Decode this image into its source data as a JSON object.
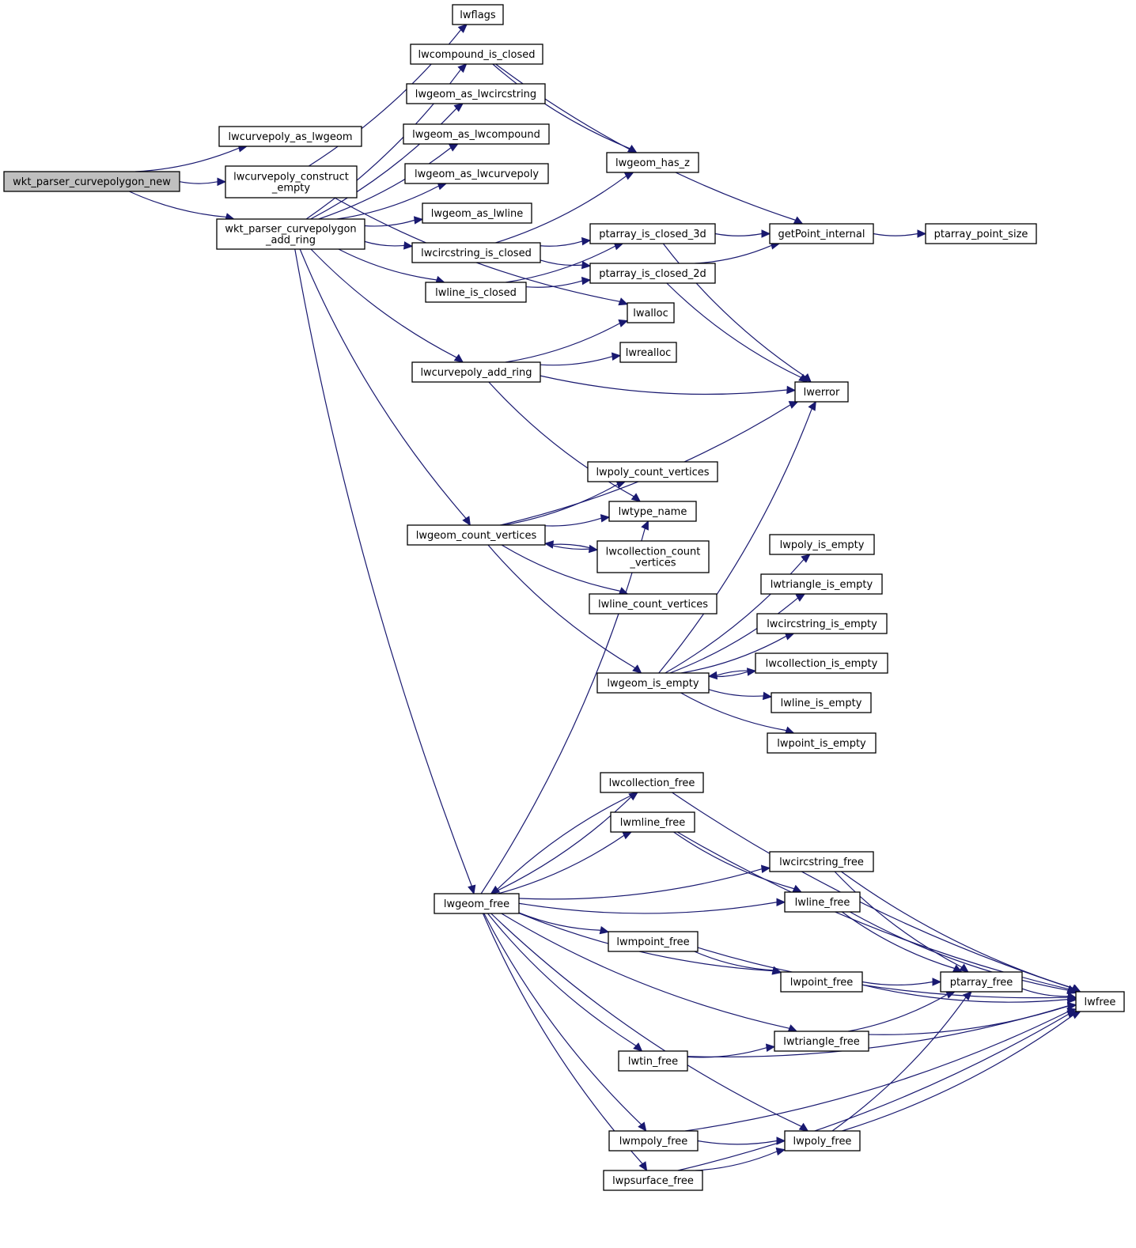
{
  "title": "Call graph of wkt_parser_curvepolygon_new",
  "colors": {
    "edge": "#191970",
    "root_fill": "#bfbfbf",
    "node_fill": "#ffffff",
    "border": "#000000"
  },
  "nodes": [
    {
      "id": "root",
      "lines": [
        "wkt_parser_curvepolygon_new"
      ],
      "root": true
    },
    {
      "id": "as_lwgeom",
      "lines": [
        "lwcurvepoly_as_lwgeom"
      ]
    },
    {
      "id": "construct_empty",
      "lines": [
        "lwcurvepoly_construct",
        "_empty"
      ]
    },
    {
      "id": "add_ring",
      "lines": [
        "wkt_parser_curvepolygon",
        "_add_ring"
      ]
    },
    {
      "id": "lwflags",
      "lines": [
        "lwflags"
      ]
    },
    {
      "id": "compound_closed",
      "lines": [
        "lwcompound_is_closed"
      ]
    },
    {
      "id": "as_circstring",
      "lines": [
        "lwgeom_as_lwcircstring"
      ]
    },
    {
      "id": "as_compound",
      "lines": [
        "lwgeom_as_lwcompound"
      ]
    },
    {
      "id": "as_curvepoly",
      "lines": [
        "lwgeom_as_lwcurvepoly"
      ]
    },
    {
      "id": "as_line",
      "lines": [
        "lwgeom_as_lwline"
      ]
    },
    {
      "id": "circ_closed",
      "lines": [
        "lwcircstring_is_closed"
      ]
    },
    {
      "id": "line_closed",
      "lines": [
        "lwline_is_closed"
      ]
    },
    {
      "id": "cp_add_ring",
      "lines": [
        "lwcurvepoly_add_ring"
      ]
    },
    {
      "id": "count_vertices",
      "lines": [
        "lwgeom_count_vertices"
      ]
    },
    {
      "id": "lwgeom_free",
      "lines": [
        "lwgeom_free"
      ]
    },
    {
      "id": "has_z",
      "lines": [
        "lwgeom_has_z"
      ]
    },
    {
      "id": "pa_closed_3d",
      "lines": [
        "ptarray_is_closed_3d"
      ]
    },
    {
      "id": "pa_closed_2d",
      "lines": [
        "ptarray_is_closed_2d"
      ]
    },
    {
      "id": "lwalloc",
      "lines": [
        "lwalloc"
      ]
    },
    {
      "id": "lwrealloc",
      "lines": [
        "lwrealloc"
      ]
    },
    {
      "id": "getpoint",
      "lines": [
        "getPoint_internal"
      ]
    },
    {
      "id": "pt_size",
      "lines": [
        "ptarray_point_size"
      ]
    },
    {
      "id": "lwerror",
      "lines": [
        "lwerror"
      ]
    },
    {
      "id": "poly_count",
      "lines": [
        "lwpoly_count_vertices"
      ]
    },
    {
      "id": "type_name",
      "lines": [
        "lwtype_name"
      ]
    },
    {
      "id": "coll_count",
      "lines": [
        "lwcollection_count",
        "_vertices"
      ]
    },
    {
      "id": "line_count",
      "lines": [
        "lwline_count_vertices"
      ]
    },
    {
      "id": "is_empty",
      "lines": [
        "lwgeom_is_empty"
      ]
    },
    {
      "id": "poly_empty",
      "lines": [
        "lwpoly_is_empty"
      ]
    },
    {
      "id": "tri_empty",
      "lines": [
        "lwtriangle_is_empty"
      ]
    },
    {
      "id": "circ_empty",
      "lines": [
        "lwcircstring_is_empty"
      ]
    },
    {
      "id": "coll_empty",
      "lines": [
        "lwcollection_is_empty"
      ]
    },
    {
      "id": "line_empty",
      "lines": [
        "lwline_is_empty"
      ]
    },
    {
      "id": "point_empty",
      "lines": [
        "lwpoint_is_empty"
      ]
    },
    {
      "id": "coll_free",
      "lines": [
        "lwcollection_free"
      ]
    },
    {
      "id": "mline_free",
      "lines": [
        "lwmline_free"
      ]
    },
    {
      "id": "circ_free",
      "lines": [
        "lwcircstring_free"
      ]
    },
    {
      "id": "line_free",
      "lines": [
        "lwline_free"
      ]
    },
    {
      "id": "mpoint_free",
      "lines": [
        "lwmpoint_free"
      ]
    },
    {
      "id": "point_free",
      "lines": [
        "lwpoint_free"
      ]
    },
    {
      "id": "pa_free",
      "lines": [
        "ptarray_free"
      ]
    },
    {
      "id": "lwfree",
      "lines": [
        "lwfree"
      ]
    },
    {
      "id": "tri_free",
      "lines": [
        "lwtriangle_free"
      ]
    },
    {
      "id": "tin_free",
      "lines": [
        "lwtin_free"
      ]
    },
    {
      "id": "mpoly_free",
      "lines": [
        "lwmpoly_free"
      ]
    },
    {
      "id": "poly_free",
      "lines": [
        "lwpoly_free"
      ]
    },
    {
      "id": "psurf_free",
      "lines": [
        "lwpsurface_free"
      ]
    }
  ],
  "edges": [
    [
      "root",
      "as_lwgeom"
    ],
    [
      "root",
      "construct_empty"
    ],
    [
      "root",
      "add_ring"
    ],
    [
      "construct_empty",
      "lwflags"
    ],
    [
      "construct_empty",
      "lwalloc"
    ],
    [
      "add_ring",
      "compound_closed"
    ],
    [
      "add_ring",
      "as_circstring"
    ],
    [
      "add_ring",
      "as_compound"
    ],
    [
      "add_ring",
      "as_curvepoly"
    ],
    [
      "add_ring",
      "as_line"
    ],
    [
      "add_ring",
      "circ_closed"
    ],
    [
      "add_ring",
      "line_closed"
    ],
    [
      "add_ring",
      "cp_add_ring"
    ],
    [
      "add_ring",
      "count_vertices"
    ],
    [
      "add_ring",
      "lwgeom_free"
    ],
    [
      "compound_closed",
      "has_z"
    ],
    [
      "compound_closed",
      "getpoint"
    ],
    [
      "circ_closed",
      "has_z"
    ],
    [
      "circ_closed",
      "pa_closed_3d"
    ],
    [
      "circ_closed",
      "pa_closed_2d"
    ],
    [
      "line_closed",
      "pa_closed_3d"
    ],
    [
      "line_closed",
      "pa_closed_2d"
    ],
    [
      "pa_closed_3d",
      "getpoint"
    ],
    [
      "pa_closed_3d",
      "lwerror"
    ],
    [
      "pa_closed_2d",
      "getpoint"
    ],
    [
      "pa_closed_2d",
      "lwerror"
    ],
    [
      "getpoint",
      "pt_size"
    ],
    [
      "cp_add_ring",
      "lwalloc"
    ],
    [
      "cp_add_ring",
      "lwrealloc"
    ],
    [
      "cp_add_ring",
      "lwerror"
    ],
    [
      "cp_add_ring",
      "type_name"
    ],
    [
      "count_vertices",
      "lwerror"
    ],
    [
      "count_vertices",
      "poly_count"
    ],
    [
      "count_vertices",
      "type_name"
    ],
    [
      "count_vertices",
      "coll_count"
    ],
    [
      "count_vertices",
      "line_count"
    ],
    [
      "count_vertices",
      "is_empty"
    ],
    [
      "coll_count",
      "count_vertices"
    ],
    [
      "is_empty",
      "lwerror"
    ],
    [
      "is_empty",
      "poly_empty"
    ],
    [
      "is_empty",
      "tri_empty"
    ],
    [
      "is_empty",
      "circ_empty"
    ],
    [
      "is_empty",
      "coll_empty"
    ],
    [
      "is_empty",
      "line_empty"
    ],
    [
      "is_empty",
      "point_empty"
    ],
    [
      "coll_empty",
      "is_empty"
    ],
    [
      "lwgeom_free",
      "type_name"
    ],
    [
      "lwgeom_free",
      "coll_free"
    ],
    [
      "lwgeom_free",
      "mline_free"
    ],
    [
      "lwgeom_free",
      "circ_free"
    ],
    [
      "lwgeom_free",
      "line_free"
    ],
    [
      "lwgeom_free",
      "mpoint_free"
    ],
    [
      "lwgeom_free",
      "point_free"
    ],
    [
      "lwgeom_free",
      "tri_free"
    ],
    [
      "lwgeom_free",
      "tin_free"
    ],
    [
      "lwgeom_free",
      "poly_free"
    ],
    [
      "lwgeom_free",
      "mpoly_free"
    ],
    [
      "lwgeom_free",
      "psurf_free"
    ],
    [
      "coll_free",
      "lwgeom_free"
    ],
    [
      "coll_free",
      "lwfree"
    ],
    [
      "mline_free",
      "line_free"
    ],
    [
      "mline_free",
      "lwfree"
    ],
    [
      "circ_free",
      "pa_free"
    ],
    [
      "circ_free",
      "lwfree"
    ],
    [
      "line_free",
      "pa_free"
    ],
    [
      "line_free",
      "lwfree"
    ],
    [
      "mpoint_free",
      "point_free"
    ],
    [
      "mpoint_free",
      "lwfree"
    ],
    [
      "point_free",
      "pa_free"
    ],
    [
      "point_free",
      "lwfree"
    ],
    [
      "pa_free",
      "lwfree"
    ],
    [
      "tri_free",
      "pa_free"
    ],
    [
      "tri_free",
      "lwfree"
    ],
    [
      "tin_free",
      "tri_free"
    ],
    [
      "tin_free",
      "lwfree"
    ],
    [
      "mpoly_free",
      "poly_free"
    ],
    [
      "mpoly_free",
      "lwfree"
    ],
    [
      "poly_free",
      "pa_free"
    ],
    [
      "poly_free",
      "lwfree"
    ],
    [
      "psurf_free",
      "poly_free"
    ],
    [
      "psurf_free",
      "lwfree"
    ]
  ]
}
